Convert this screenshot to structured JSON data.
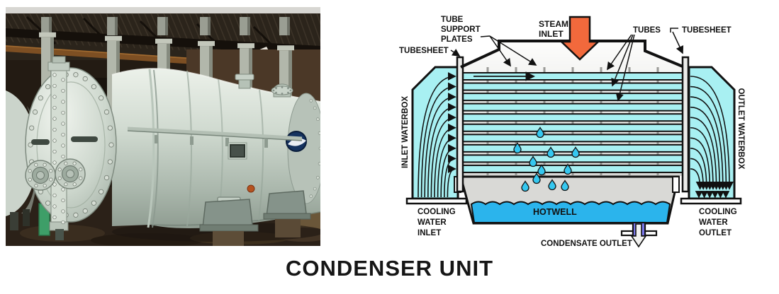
{
  "title": {
    "text": "CONDENSER UNIT"
  },
  "diagram": {
    "labels": {
      "tube_support_plates": [
        "TUBE",
        "SUPPORT",
        "PLATES"
      ],
      "tubesheet_left": "TUBESHEET",
      "steam_inlet": [
        "STEAM",
        "INLET"
      ],
      "tubes": "TUBES",
      "tubesheet_right": "TUBESHEET",
      "inlet_waterbox": "INLET WATERBOX",
      "outlet_waterbox": "OUTLET WATERBOX",
      "cooling_water_inlet": [
        "COOLING",
        "WATER",
        "INLET"
      ],
      "cooling_water_outlet": [
        "COOLING",
        "WATER",
        "OUTLET"
      ],
      "hotwell": "HOTWELL",
      "condensate_outlet": "CONDENSATE OUTLET"
    },
    "colors": {
      "cooling_water": "#a8f0f2",
      "hotwell_water": "#2bb4ec",
      "steam_arrow": "#f2693c",
      "condensate_stub": "#7d7af0",
      "shell_gray": "#d9d9d6",
      "outline": "#111111"
    },
    "tube_count": 10,
    "support_plate_columns": 7,
    "inlet_flow_arrows": 10,
    "outlet_flow_arrows": 10,
    "droplet_count": 11
  }
}
